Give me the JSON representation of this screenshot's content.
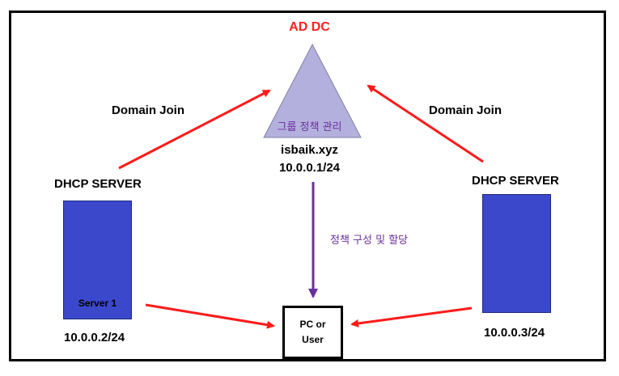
{
  "title": "AD DC",
  "dc": {
    "policy_label": "그룹 정책 관리",
    "domain": "isbaik.xyz",
    "ip": "10.0.0.1/24"
  },
  "left_server": {
    "heading": "DHCP SERVER",
    "caption": "Server 1",
    "ip": "10.0.0.2/24",
    "join_label": "Domain Join"
  },
  "right_server": {
    "heading": "DHCP SERVER",
    "ip": "10.0.0.3/24",
    "join_label": "Domain Join"
  },
  "policy_arrow_label": "정책 구성 및 할당",
  "client": {
    "line1": "PC or",
    "line2": "User"
  },
  "colors": {
    "title": "#ff2020",
    "join_arrow": "#ff1a1a",
    "policy_arrow": "#6a2f9e",
    "triangle_fill": "#b4b0dd",
    "server_fill": "#3b48cc"
  }
}
